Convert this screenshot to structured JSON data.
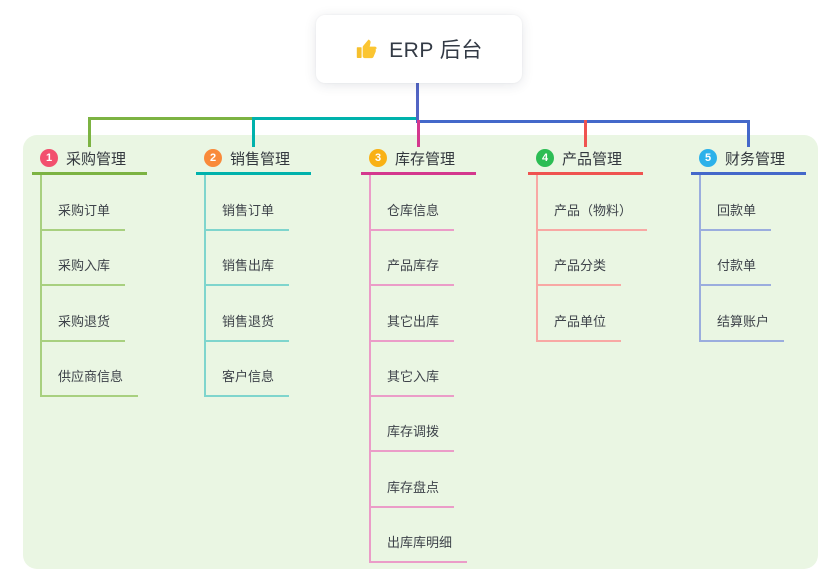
{
  "root": {
    "icon": "thumbs-up-icon",
    "label": "ERP 后台",
    "line_color": "#5265c4"
  },
  "panel_color": "#eaf6e3",
  "text_colors": {
    "heading": "#33383e",
    "leaf": "#3e434a"
  },
  "branches": [
    {
      "number": "1",
      "label": "采购管理",
      "badge_color": "#f2506e",
      "line_color": "#7cb342",
      "sub_line_color": "#a8d07f",
      "items": [
        "采购订单",
        "采购入库",
        "采购退货",
        "供应商信息"
      ]
    },
    {
      "number": "2",
      "label": "销售管理",
      "badge_color": "#f98a3a",
      "line_color": "#00b2ac",
      "sub_line_color": "#7fd5cd",
      "items": [
        "销售订单",
        "销售出库",
        "销售退货",
        "客户信息"
      ]
    },
    {
      "number": "3",
      "label": "库存管理",
      "badge_color": "#f9b115",
      "line_color": "#d4388e",
      "sub_line_color": "#eb9cc8",
      "items": [
        "仓库信息",
        "产品库存",
        "其它出库",
        "其它入库",
        "库存调拨",
        "库存盘点",
        "出库库明细"
      ]
    },
    {
      "number": "4",
      "label": "产品管理",
      "badge_color": "#2cbd54",
      "line_color": "#ef5350",
      "sub_line_color": "#f8a8a4",
      "items": [
        "产品（物料）",
        "产品分类",
        "产品单位"
      ]
    },
    {
      "number": "5",
      "label": "财务管理",
      "badge_color": "#2cb1ea",
      "line_color": "#4468ca",
      "sub_line_color": "#9badde",
      "items": [
        "回款单",
        "付款单",
        "结算账户"
      ]
    }
  ]
}
